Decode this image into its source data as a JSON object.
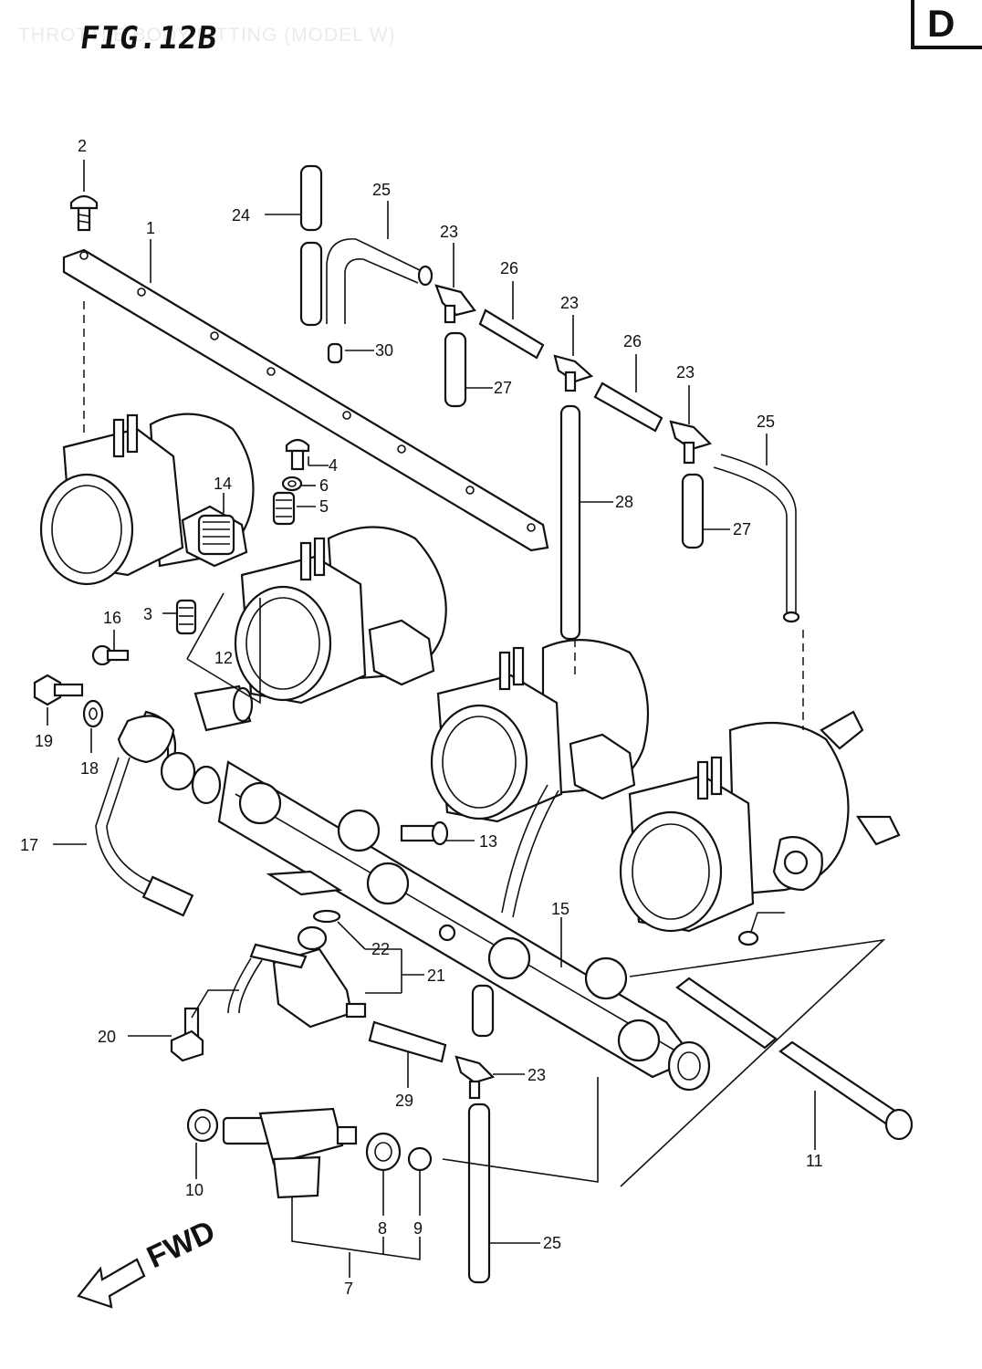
{
  "header": {
    "figure_title": "FIG.12B",
    "faint_title": "THROTTLE BODY FITTING (MODEL W)",
    "section_letter": "D"
  },
  "fwd_label": "FWD",
  "callouts": {
    "c1": "1",
    "c2": "2",
    "c3": "3",
    "c4": "4",
    "c5": "5",
    "c6": "6",
    "c7": "7",
    "c8": "8",
    "c9": "9",
    "c10": "10",
    "c11": "11",
    "c12": "12",
    "c13": "13",
    "c14": "14",
    "c15": "15",
    "c16": "16",
    "c17": "17",
    "c18": "18",
    "c19": "19",
    "c20": "20",
    "c21": "21",
    "c22": "22",
    "c23a": "23",
    "c23b": "23",
    "c23c": "23",
    "c23d": "23",
    "c24": "24",
    "c25a": "25",
    "c25b": "25",
    "c25c": "25",
    "c26a": "26",
    "c26b": "26",
    "c27a": "27",
    "c27b": "27",
    "c28": "28",
    "c29": "29",
    "c30": "30"
  }
}
